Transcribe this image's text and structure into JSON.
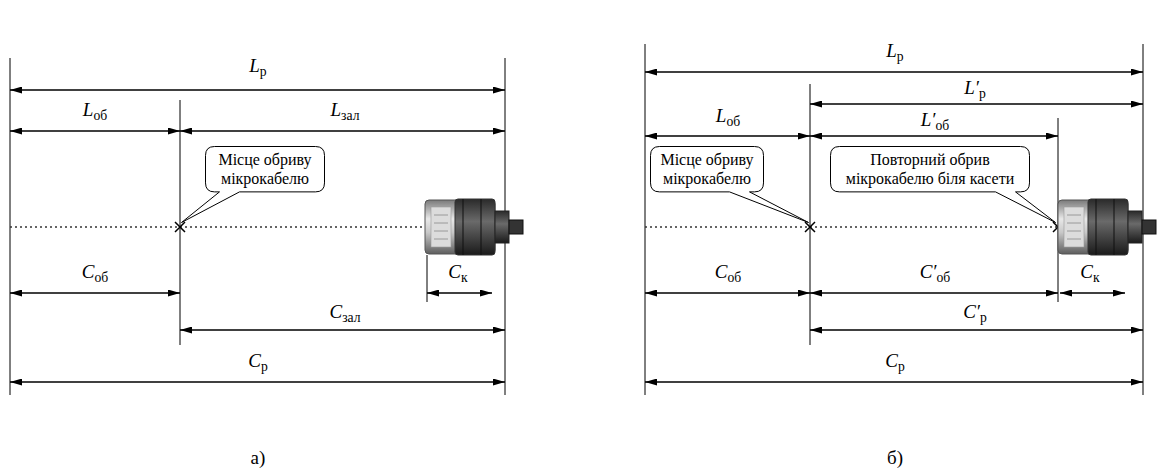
{
  "diagram": {
    "nodes": [
      {
        "text": [
          "Місце обриву мікрокабелю"
        ]
      },
      {
        "text": [
          "Місце обриву мікрокабелю"
        ]
      },
      {
        "text": [
          "Повторний обрив мікрокабелю біля касети"
        ]
      }
    ],
    "labels": [
      "Lр",
      "Lоб",
      "Lзал",
      "Cоб",
      "Cк",
      "Cзал",
      "Cр",
      "а)",
      "Lр",
      "L′р",
      "Lоб",
      "L′об",
      "Cоб",
      "C′об",
      "Cк",
      "C′р",
      "Cр",
      "б)"
    ]
  }
}
